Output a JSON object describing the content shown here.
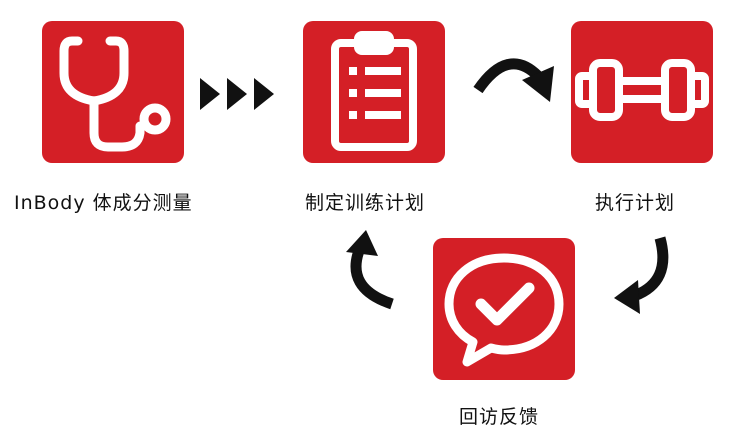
{
  "steps": [
    {
      "label": "InBody 体成分测量",
      "icon": "stethoscope-icon"
    },
    {
      "label": "制定训练计划",
      "icon": "clipboard-icon"
    },
    {
      "label": "执行计划",
      "icon": "dumbbell-icon"
    },
    {
      "label": "回访反馈",
      "icon": "speech-bubble-check-icon"
    }
  ],
  "colors": {
    "tile": "#d41f26",
    "icon": "#ffffff",
    "arrow": "#111111"
  }
}
